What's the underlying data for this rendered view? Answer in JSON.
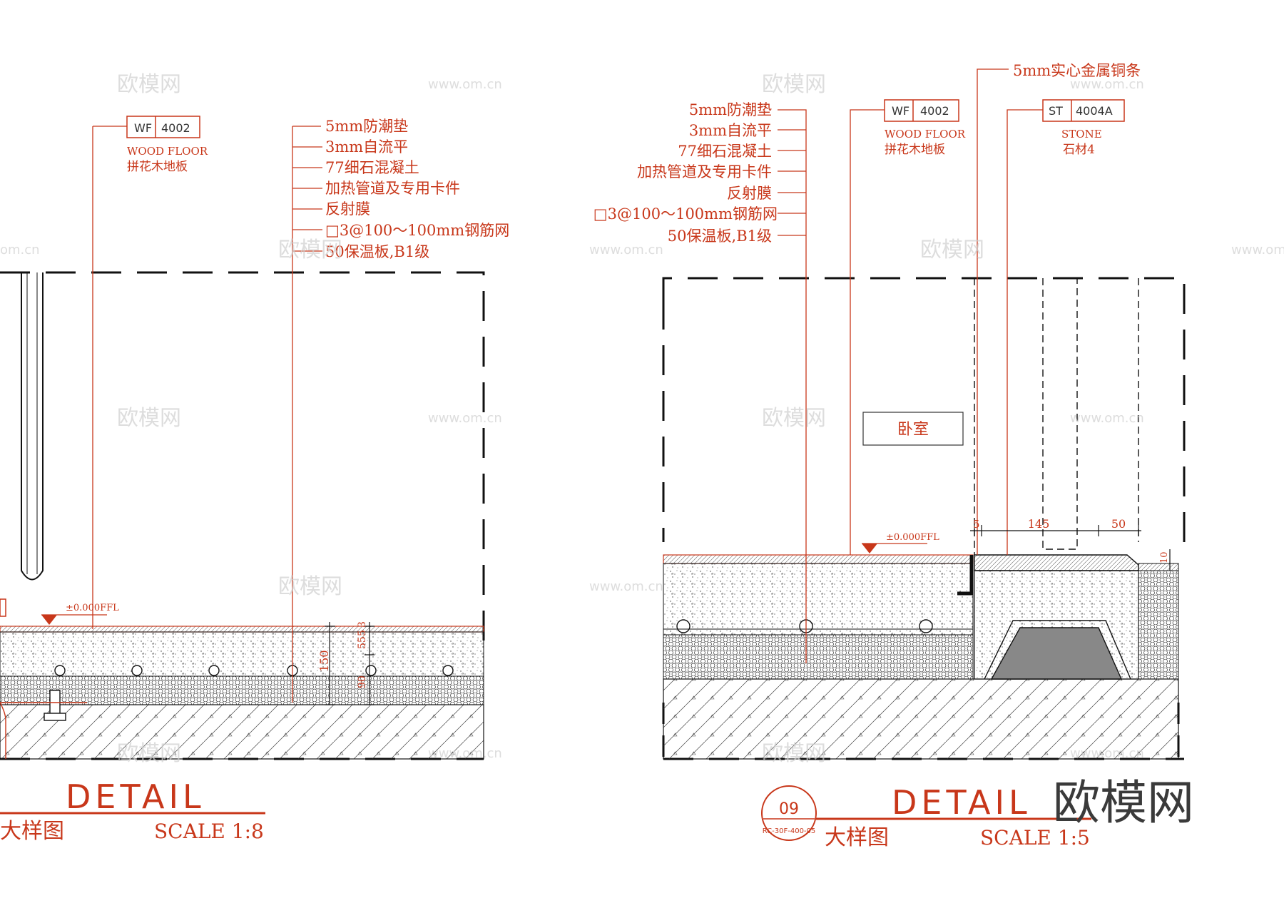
{
  "left_detail": {
    "callout_layers": [
      "5mm防潮垫",
      "3mm自流平",
      "77细石混凝土",
      "加热管道及专用卡件",
      "反射膜",
      "□3@100～100mm钢筋网",
      "50保温板,B1级"
    ],
    "tag": {
      "code": "WF",
      "number": "4002",
      "name_en": "WOOD FLOOR",
      "name_cn": "拼花木地板"
    },
    "level": "±0.000FFL",
    "dims": {
      "total": "150",
      "a": "5",
      "b": "3",
      "c": "55",
      "d": "90"
    },
    "title": "DETAIL",
    "subtitle": "大样图",
    "scale": "SCALE 1:8"
  },
  "right_detail": {
    "callout_layers": [
      "5mm防潮垫",
      "3mm自流平",
      "77细石混凝土",
      "加热管道及专用卡件",
      "反射膜",
      "□3@100～100mm钢筋网",
      "50保温板,B1级"
    ],
    "metal_strip": "5mm实心金属铜条",
    "tag_wood": {
      "code": "WF",
      "number": "4002",
      "name_en": "WOOD FLOOR",
      "name_cn": "拼花木地板"
    },
    "tag_stone": {
      "code": "ST",
      "number": "4004A",
      "name_en": "STONE",
      "name_cn": "石材4"
    },
    "room_label": "卧室",
    "level": "±0.000FFL",
    "dims": {
      "gap": "5",
      "width": "145",
      "side": "50",
      "top": "10"
    },
    "detail_number": "09",
    "sheet_ref": "RC-30F-400-05",
    "title": "DETAIL",
    "subtitle": "大样图",
    "scale": "SCALE 1:5"
  },
  "watermarks": {
    "brand_cn": "欧模网",
    "url": "www.om.cn",
    "domain_short": "om.cn",
    "big_logo": "欧模网"
  },
  "colors": {
    "accent": "#c8371a",
    "line": "#111111"
  }
}
